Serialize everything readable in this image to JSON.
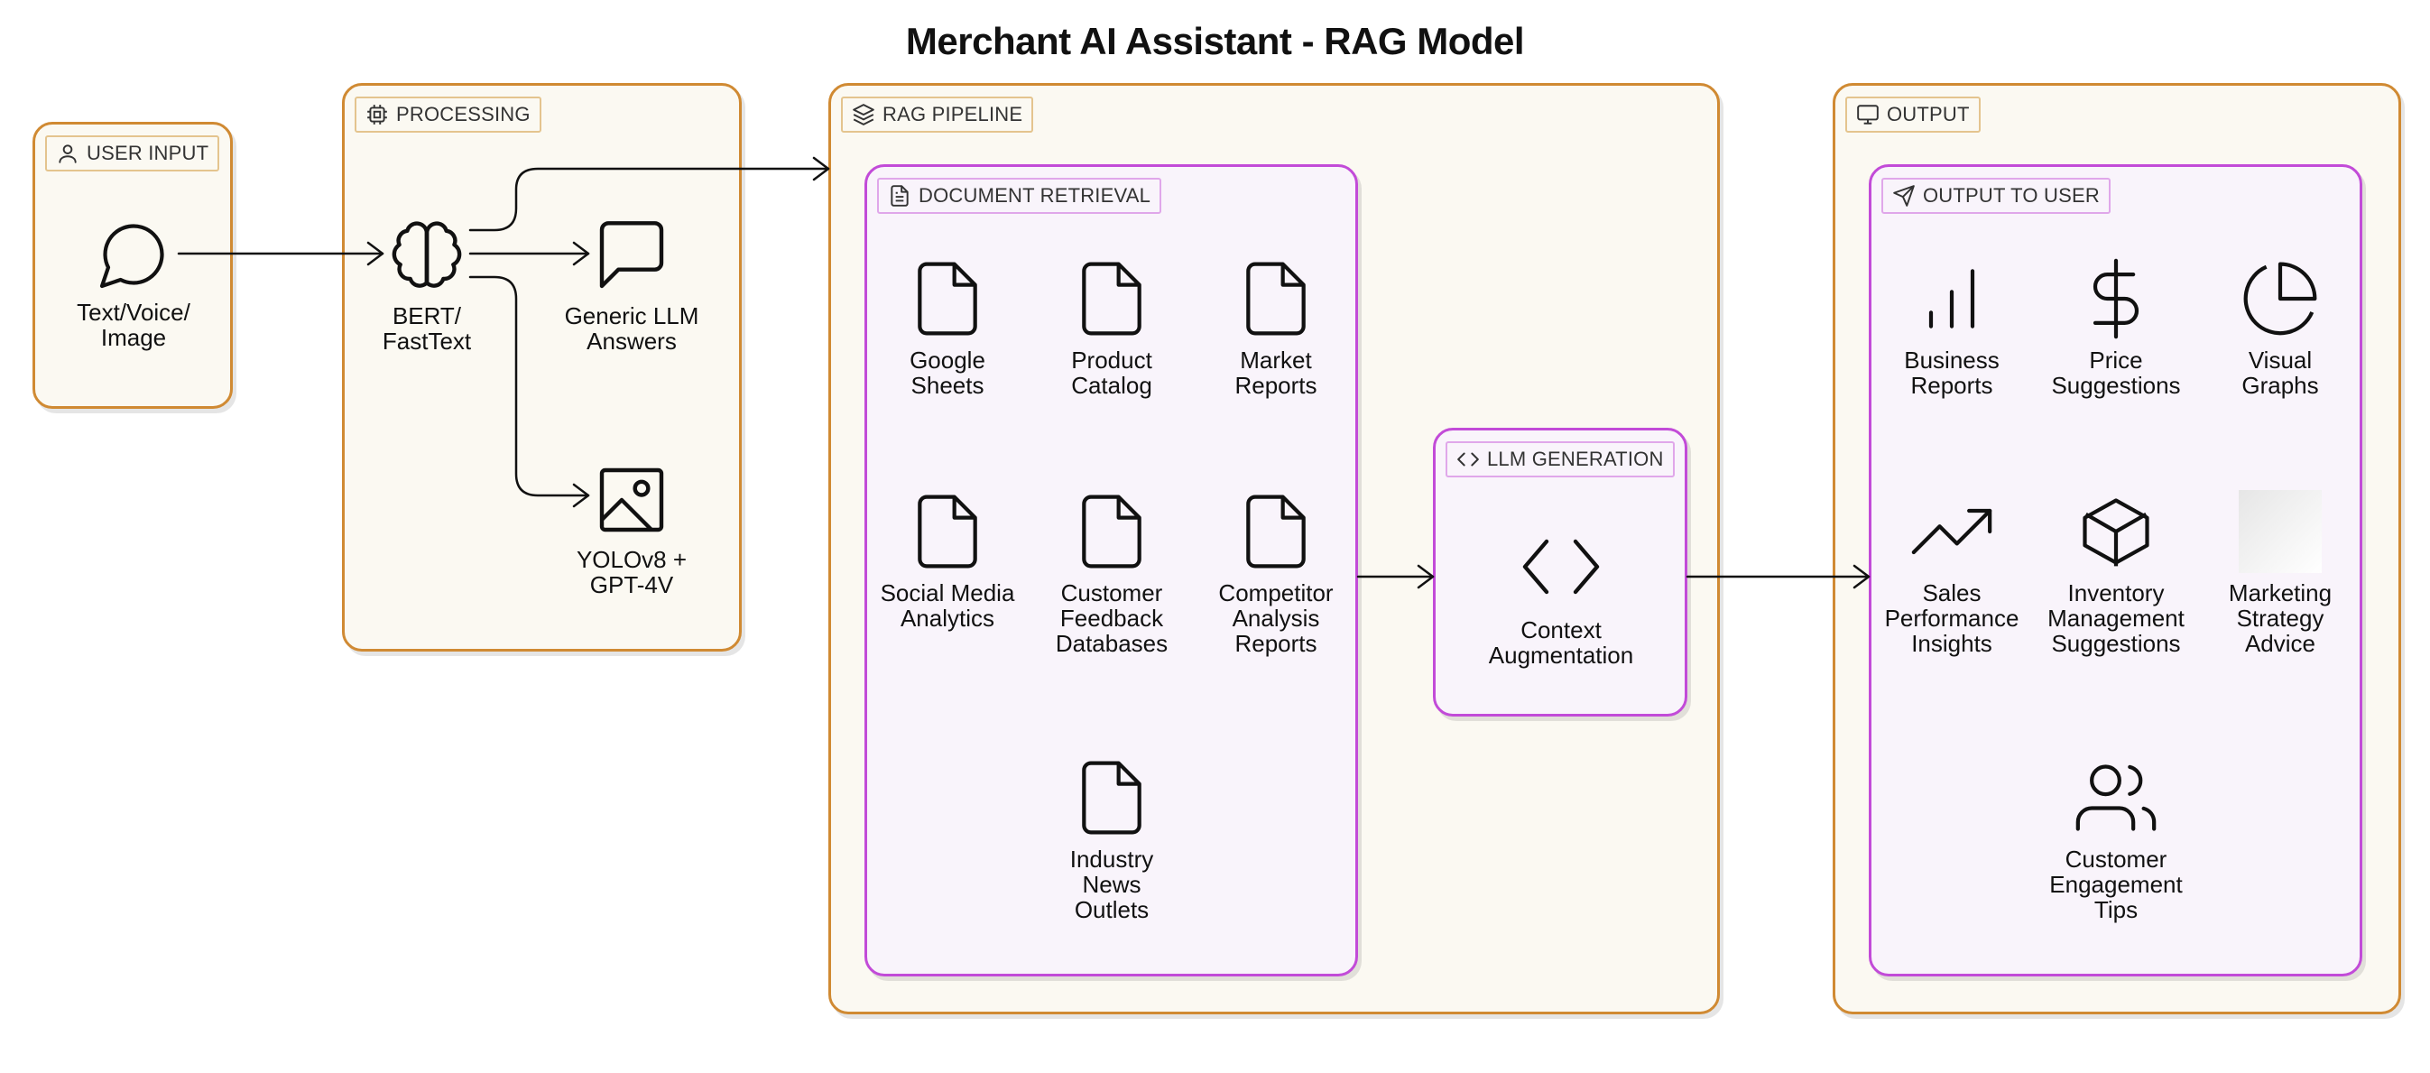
{
  "title": "Merchant AI Assistant - RAG Model",
  "groups": {
    "user_input": "USER INPUT",
    "processing": "PROCESSING",
    "rag_pipeline": "RAG PIPELINE",
    "document_retrieval": "DOCUMENT RETRIEVAL",
    "llm_generation": "LLM GENERATION",
    "output": "OUTPUT",
    "output_to_user": "OUTPUT TO USER"
  },
  "nodes": {
    "text_voice_image": "Text/Voice/\nImage",
    "bert_fasttext": "BERT/\nFastText",
    "generic_llm": "Generic LLM\nAnswers",
    "yolo_gpt": "YOLOv8 +\nGPT-4V",
    "google_sheets": "Google\nSheets",
    "product_catalog": "Product\nCatalog",
    "market_reports": "Market\nReports",
    "social_media": "Social Media\nAnalytics",
    "customer_feedback": "Customer\nFeedback\nDatabases",
    "competitor_analysis": "Competitor\nAnalysis\nReports",
    "industry_news": "Industry\nNews\nOutlets",
    "context_augmentation": "Context\nAugmentation",
    "business_reports": "Business\nReports",
    "price_suggestions": "Price\nSuggestions",
    "visual_graphs": "Visual\nGraphs",
    "sales_insights": "Sales\nPerformance\nInsights",
    "inventory_suggestions": "Inventory\nManagement\nSuggestions",
    "marketing_advice": "Marketing\nStrategy\nAdvice",
    "engagement_tips": "Customer\nEngagement\nTips"
  },
  "icons": {
    "user_input": "user-icon",
    "processing": "cpu-icon",
    "rag_pipeline": "layers-icon",
    "document_retrieval": "file-text-icon",
    "llm_generation": "code-icon",
    "output": "monitor-icon",
    "output_to_user": "send-icon"
  },
  "colors": {
    "outer_border": "#d08a33",
    "inner_border": "#c24bd8",
    "outer_fill": "#fbf9f2",
    "inner_fill": "#f9f4fb"
  }
}
